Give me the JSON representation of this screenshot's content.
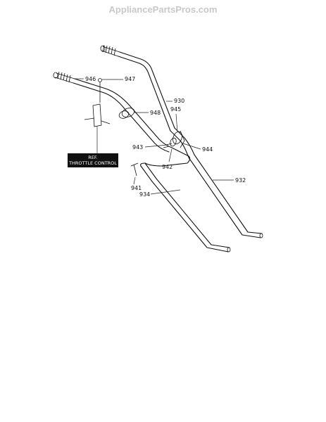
{
  "watermark": "AppliancePartsPros.com",
  "ref_box": {
    "line1": "REF.",
    "line2": "THROTTLE CONTROL"
  },
  "parts": [
    {
      "id": "p946",
      "label": "946"
    },
    {
      "id": "p947",
      "label": "947"
    },
    {
      "id": "p948",
      "label": "948"
    },
    {
      "id": "p930",
      "label": "930"
    },
    {
      "id": "p945",
      "label": "945"
    },
    {
      "id": "p943",
      "label": "943"
    },
    {
      "id": "p944",
      "label": "944"
    },
    {
      "id": "p942",
      "label": "942"
    },
    {
      "id": "p932",
      "label": "932"
    },
    {
      "id": "p941",
      "label": "941"
    },
    {
      "id": "p934",
      "label": "934"
    }
  ]
}
